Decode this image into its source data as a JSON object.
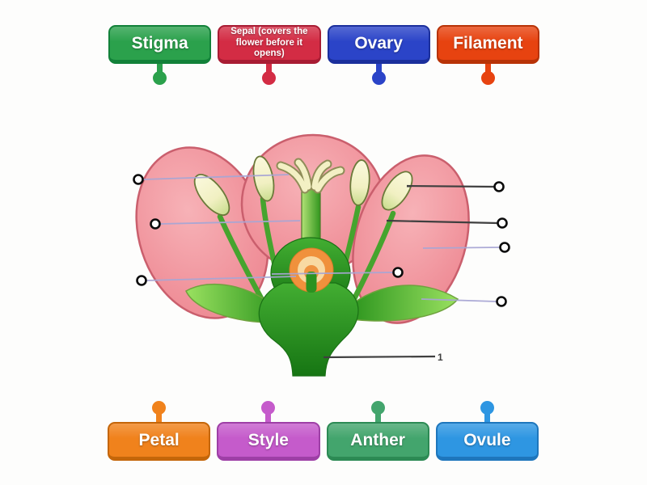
{
  "activity": {
    "top_labels": [
      {
        "label": "Stigma",
        "color": "#2ba14c",
        "dark": "#128139"
      },
      {
        "label": "Sepal (covers the flower before it opens)",
        "color": "#d32c44",
        "dark": "#a81c33"
      },
      {
        "label": "Ovary",
        "color": "#2b44c8",
        "dark": "#1b2f9c"
      },
      {
        "label": "Filament",
        "color": "#e74310",
        "dark": "#b83307"
      }
    ],
    "bottom_labels": [
      {
        "label": "Petal",
        "color": "#f0821c",
        "dark": "#c4660a"
      },
      {
        "label": "Style",
        "color": "#c55bcb",
        "dark": "#9e3fa6"
      },
      {
        "label": "Anther",
        "color": "#43a56d",
        "dark": "#2c8a54"
      },
      {
        "label": "Ovule",
        "color": "#2e96e2",
        "dark": "#1e76bc"
      }
    ],
    "diagram": {
      "drop_target_count": 8,
      "line_color_light": "#a8a6d4",
      "line_color_dark": "#3f3f3f",
      "stem_marker": "1"
    }
  }
}
